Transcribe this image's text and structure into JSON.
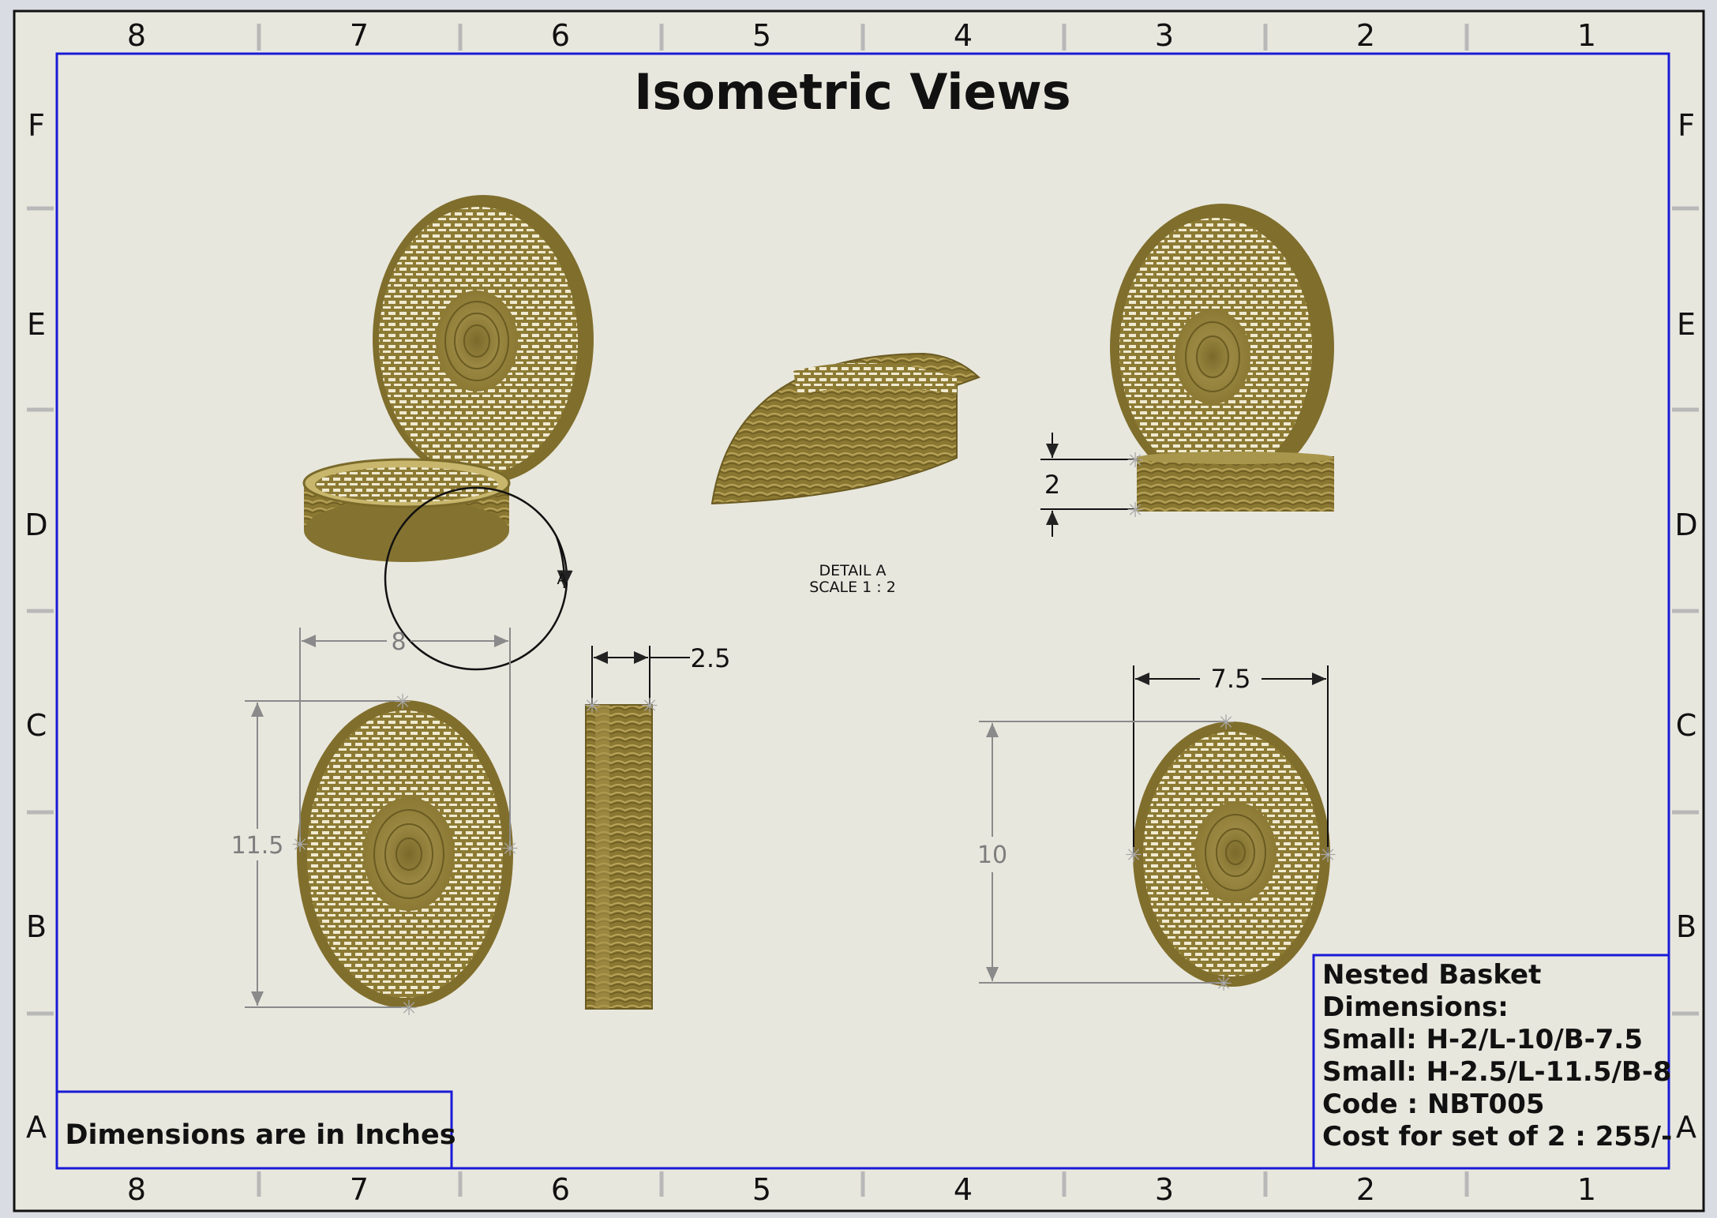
{
  "title": "Isometric Views",
  "border": {
    "columns_top": [
      "8",
      "7",
      "6",
      "5",
      "4",
      "3",
      "2",
      "1"
    ],
    "columns_bottom": [
      "8",
      "7",
      "6",
      "5",
      "4",
      "3",
      "2",
      "1"
    ],
    "rows_left": [
      "F",
      "E",
      "D",
      "C",
      "B",
      "A"
    ],
    "rows_right": [
      "F",
      "E",
      "D",
      "C",
      "B",
      "A"
    ]
  },
  "detail": {
    "label": "A",
    "caption_line1": "DETAIL A",
    "caption_line2": "SCALE 1 : 2"
  },
  "dimensions": {
    "large_width": "8",
    "large_length": "11.5",
    "large_height": "2.5",
    "small_height": "2",
    "small_width": "7.5",
    "small_length": "10"
  },
  "note": "Dimensions are in Inches",
  "title_block": {
    "line1": "Nested Basket",
    "line2": "Dimensions:",
    "line3": "Small: H-2/L-10/B-7.5",
    "line4": "Small: H-2.5/L-11.5/B-8",
    "line5": "Code : NBT005",
    "line6": "Cost for set of 2 : 255/-"
  },
  "colors": {
    "sheet_background": "#e8e7de",
    "frame_blue": "#1a1ad6",
    "basket_olive": "#8c7a33",
    "dimension_gray": "#8a8a8a"
  }
}
